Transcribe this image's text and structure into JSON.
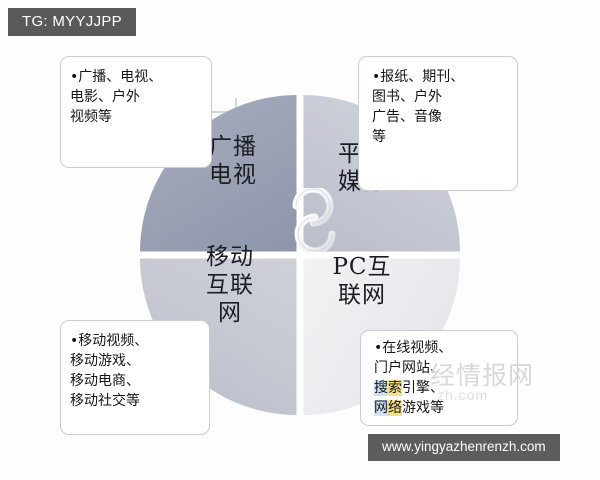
{
  "overlay": {
    "tag_label": "TG: MYYJJPP",
    "url_label": "www.yingyazhenrenzh.com",
    "watermark_main": "经情报网",
    "watermark_sub": "zh.com",
    "tag_bg": "#595959",
    "url_bg": "#5d5d5d"
  },
  "diagram": {
    "center_icon": "interlocking-links-icon",
    "quadrants": [
      {
        "id": "broadcast-tv",
        "position": "top-left",
        "label": "广播\n电视",
        "color": "#9aa1b3",
        "box": {
          "bullet": "•",
          "text": "广播、电视、\n电影、户外\n视频等"
        }
      },
      {
        "id": "print-media",
        "position": "top-right",
        "label": "平面\n媒体",
        "color": "#c3c7d1",
        "box": {
          "bullet": "•",
          "text": "报纸、期刊、\n图书、户外\n广告、音像\n等"
        }
      },
      {
        "id": "mobile-internet",
        "position": "bottom-left",
        "label": "移动\n互联\n网",
        "color": "#c6c9d2",
        "box": {
          "bullet": "•",
          "text": "移动视频、\n移动游戏、\n移动电商、\n移动社交等"
        }
      },
      {
        "id": "pc-internet",
        "position": "bottom-right",
        "label": "PC互\n联网",
        "color": "#ebecef",
        "box": {
          "bullet": "•",
          "line1": "在线视频、",
          "line2": "门户网站、",
          "line3_hl_blue": "搜",
          "line3_hl_yellow": "索",
          "line3_rest": "引擎、",
          "line4_hl_blue": "网",
          "line4_hl_yellow": "络",
          "line4_rest": "游戏等"
        }
      }
    ]
  }
}
